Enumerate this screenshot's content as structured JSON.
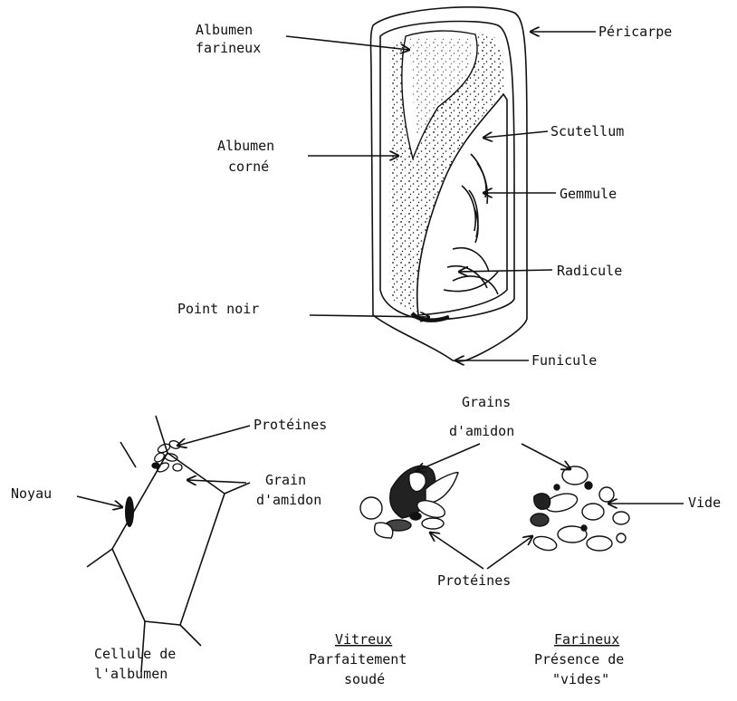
{
  "grain_labels": {
    "albumen_farineux_1": "Albumen",
    "albumen_farineux_2": "farineux",
    "albumen_corne_1": "Albumen",
    "albumen_corne_2": "corné",
    "pericarpe": "Péricarpe",
    "scutellum": "Scutellum",
    "gemmule": "Gemmule",
    "radicule": "Radicule",
    "point_noir": "Point noir",
    "funicule": "Funicule"
  },
  "cell_labels": {
    "proteines": "Protéines",
    "grain_1": "Grain",
    "grain_2": "d'amidon",
    "noyau": "Noyau",
    "caption_1": "Cellule de",
    "caption_2": "l'albumen"
  },
  "cluster_labels": {
    "grains_1": "Grains",
    "grains_2": "d'amidon",
    "vide": "Vide",
    "proteines": "Protéines"
  },
  "captions": {
    "vitreux_title": "Vitreux",
    "vitreux_1": "Parfaitement",
    "vitreux_2": "soudé",
    "farineux_title": "Farineux",
    "farineux_1": "Présence de",
    "farineux_2": "\"vides\""
  },
  "colors": {
    "ink": "#111111",
    "paper": "#ffffff"
  }
}
